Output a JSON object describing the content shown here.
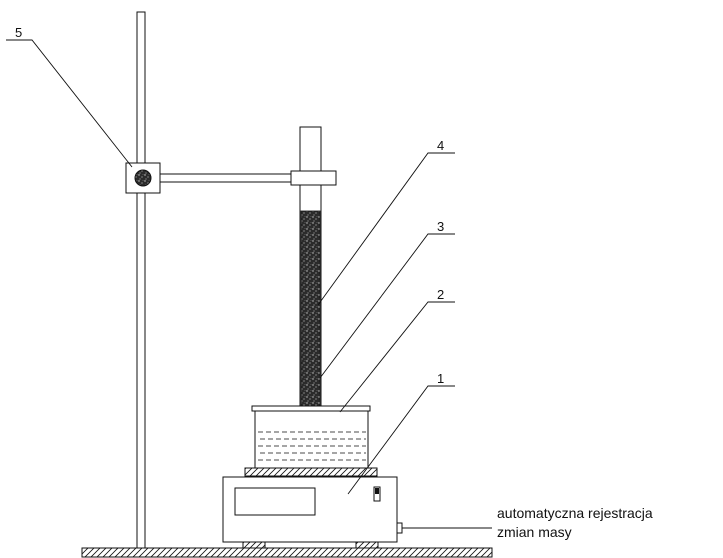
{
  "labels": {
    "part_1": "1",
    "part_2": "2",
    "part_3": "3",
    "part_4": "4",
    "part_5": "5"
  },
  "caption": {
    "line1": "automatyczna rejestracja",
    "line2": "zmian masy"
  },
  "colors": {
    "line": "#111111",
    "background": "#ffffff",
    "sample": "#2b2b2b"
  }
}
